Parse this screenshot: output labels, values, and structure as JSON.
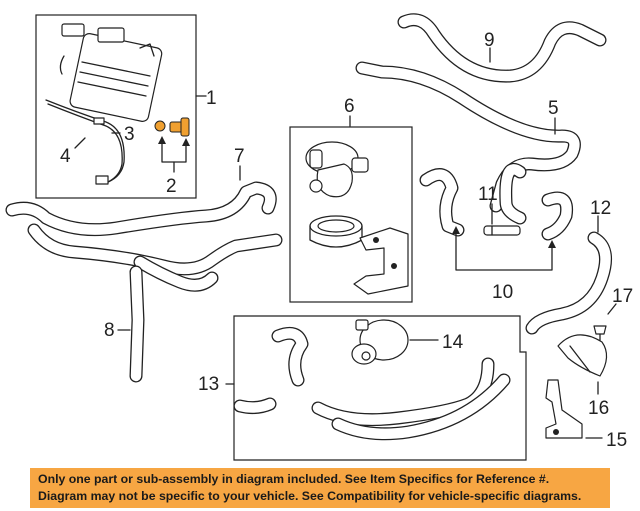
{
  "callouts": {
    "c1": "1",
    "c2": "2",
    "c3": "3",
    "c4": "4",
    "c5": "5",
    "c6": "6",
    "c7": "7",
    "c8": "8",
    "c9": "9",
    "c10": "10",
    "c11": "11",
    "c12": "12",
    "c13": "13",
    "c14": "14",
    "c15": "15",
    "c16": "16",
    "c17": "17"
  },
  "notice": {
    "line1": "Only one part or sub-assembly in diagram included. See Item Specifics for Reference #.",
    "line2": "Diagram may not be specific to your vehicle. See Compatibility for vehicle-specific diagrams."
  },
  "colors": {
    "notice_bg": "#f7a643",
    "line": "#222222",
    "accent": "#f0a030"
  }
}
